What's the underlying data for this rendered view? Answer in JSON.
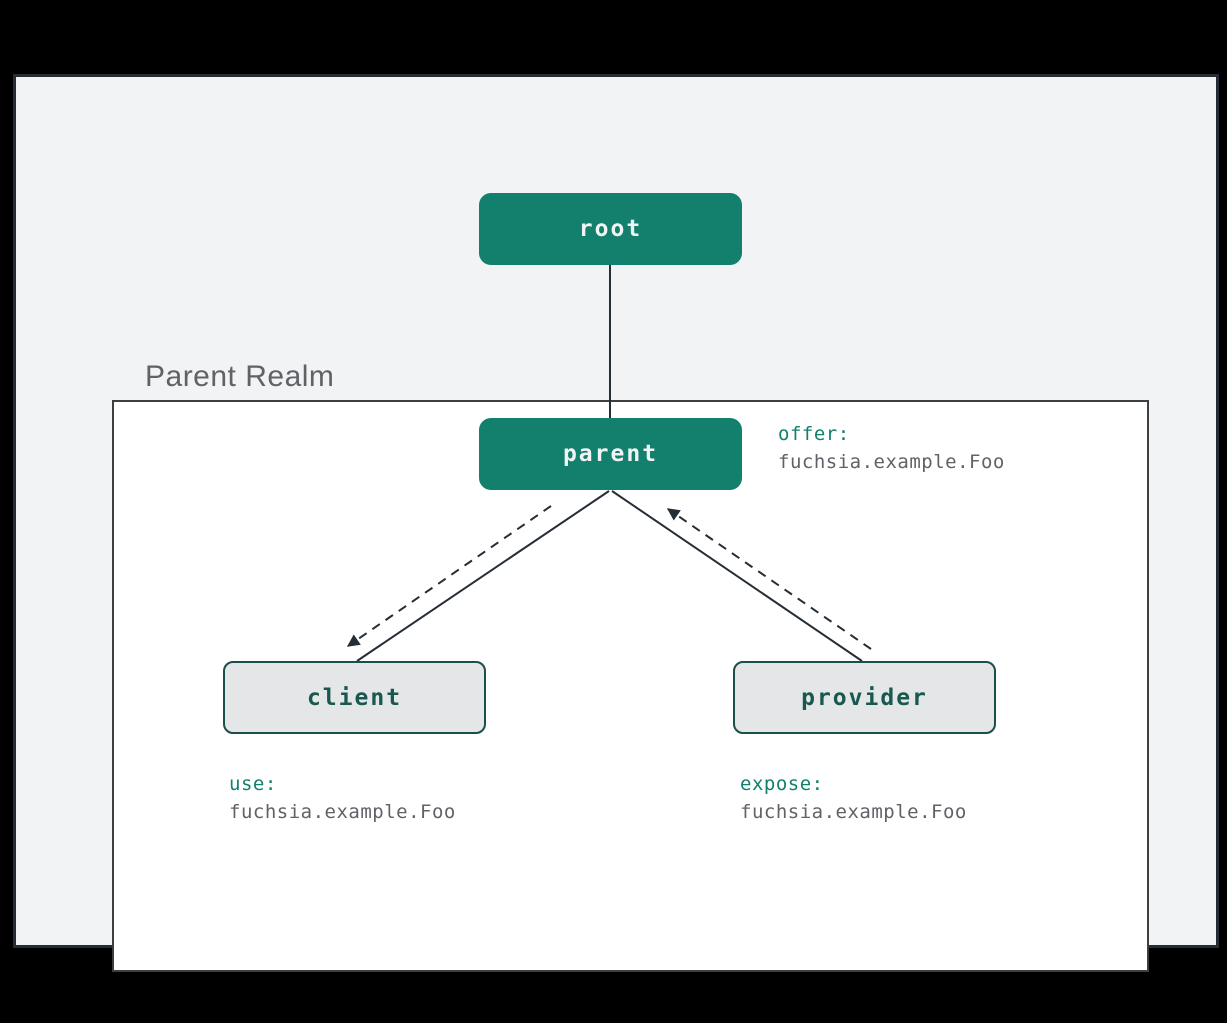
{
  "diagram": {
    "realm": {
      "label": "Parent Realm"
    },
    "nodes": {
      "root": {
        "label": "root"
      },
      "parent": {
        "label": "parent"
      },
      "client": {
        "label": "client"
      },
      "provider": {
        "label": "provider"
      }
    },
    "annotations": {
      "offer": {
        "keyword": "offer:",
        "value": "fuchsia.example.Foo"
      },
      "use": {
        "keyword": "use:",
        "value": "fuchsia.example.Foo"
      },
      "expose": {
        "keyword": "expose:",
        "value": "fuchsia.example.Foo"
      }
    },
    "edges": [
      {
        "from": "root",
        "to": "parent",
        "style": "solid"
      },
      {
        "from": "parent",
        "to": "client",
        "style": "solid"
      },
      {
        "from": "parent",
        "to": "provider",
        "style": "solid"
      },
      {
        "from": "parent",
        "to": "client",
        "style": "dashed-arrow",
        "meaning": "offer"
      },
      {
        "from": "provider",
        "to": "parent",
        "style": "dashed-arrow",
        "meaning": "expose"
      }
    ],
    "colors": {
      "outer_bg": "#000000",
      "canvas_bg": "#f1f3f4",
      "canvas_border": "#262c35",
      "realm_bg": "#ffffff",
      "realm_border": "#3c4043",
      "node_fill": "#12806c",
      "node_text": "#f1f3f4",
      "child_fill": "#e4e6e7",
      "child_border": "#1b4f4a",
      "child_text": "#17584f",
      "keyword_text": "#12806c",
      "value_text": "#5f6368",
      "edge_line": "#252d36"
    }
  }
}
